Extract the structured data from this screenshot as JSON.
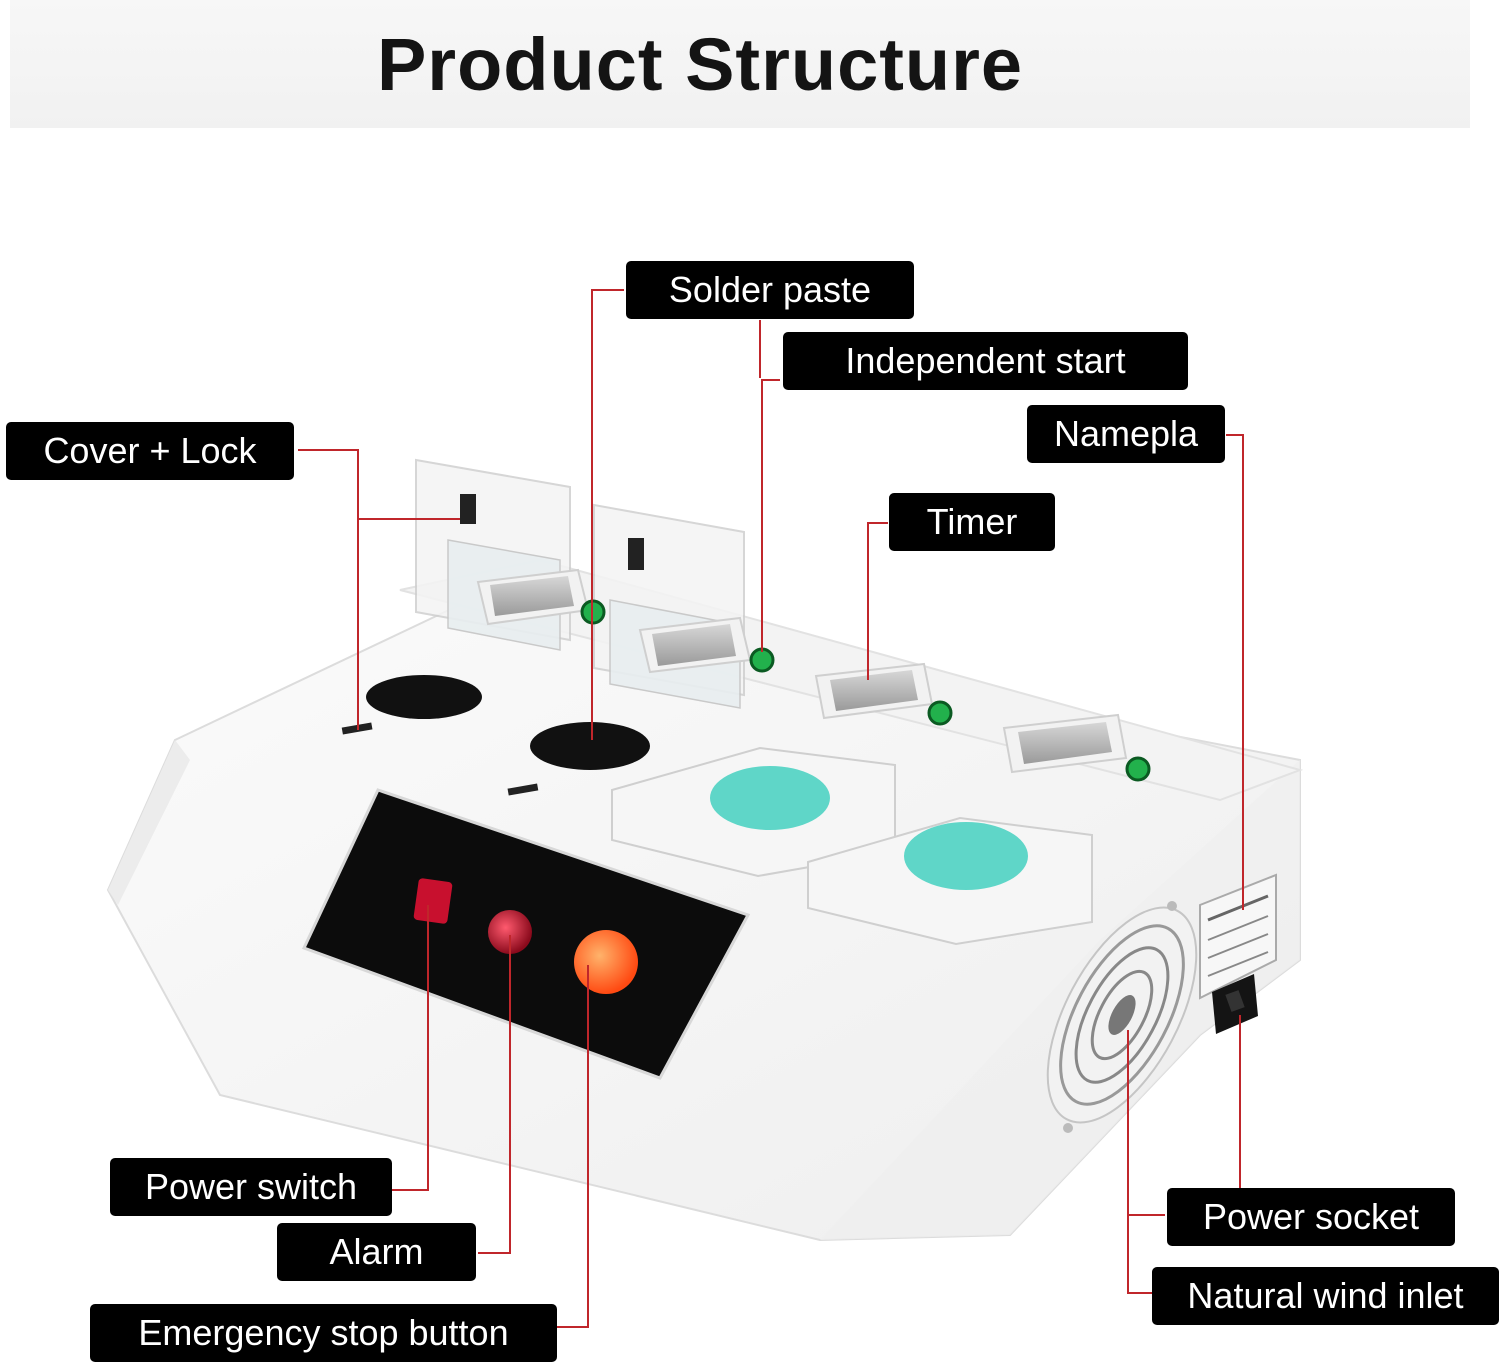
{
  "title": "Product Structure",
  "callouts": {
    "solder_paste": "Solder paste",
    "independent_start": "Independent start",
    "cover_lock": "Cover + Lock",
    "namepla": "Namepla",
    "timer": "Timer",
    "power_switch": "Power switch",
    "alarm": "Alarm",
    "emergency_stop": "Emergency stop button",
    "power_socket": "Power socket",
    "natural_wind_inlet": "Natural wind inlet"
  },
  "colors": {
    "leader": "#c0262b",
    "callout_bg": "#000000",
    "callout_text": "#ffffff",
    "sponge": "#5fd6c8",
    "status_light": "#22b14c",
    "alarm_light": "#c8102e",
    "estop": "#ff5a1f"
  }
}
